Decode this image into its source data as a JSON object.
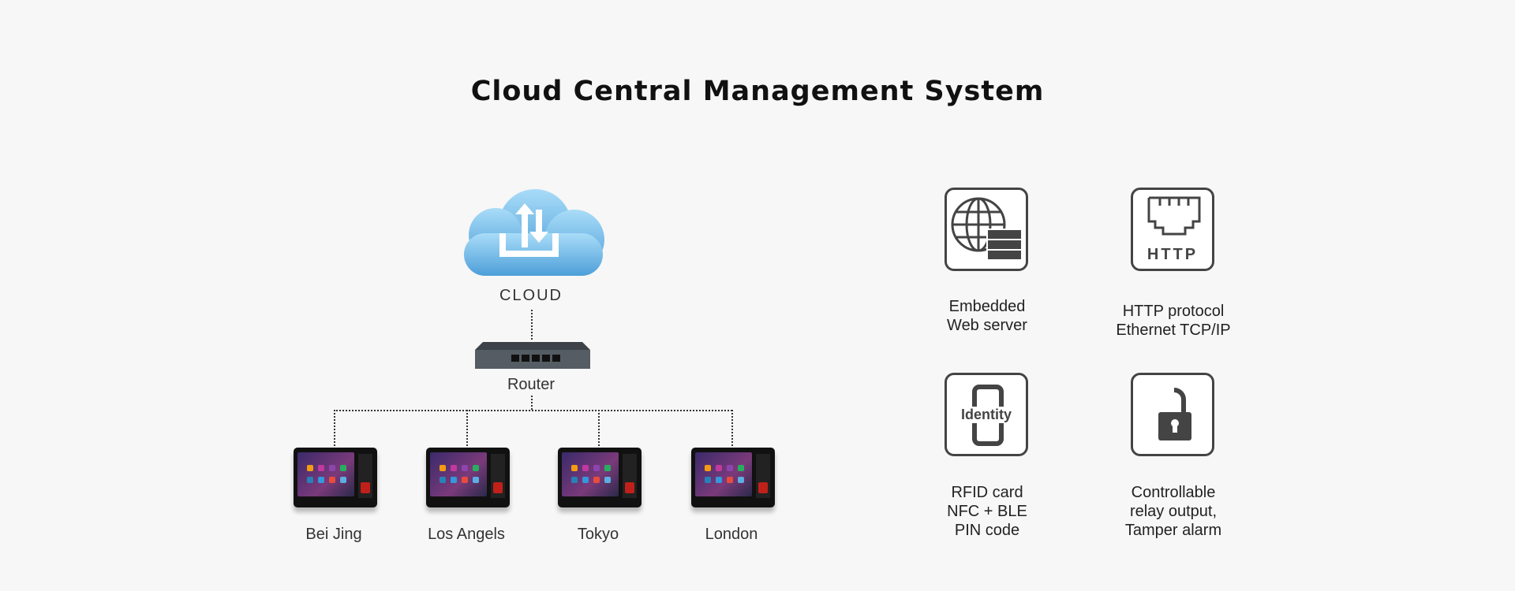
{
  "title": "Cloud Central Management System",
  "network": {
    "cloud_label": "CLOUD",
    "router_label": "Router",
    "devices": [
      {
        "label": "Bei Jing"
      },
      {
        "label": "Los Angels"
      },
      {
        "label": "Tokyo"
      },
      {
        "label": "London"
      }
    ]
  },
  "features": [
    {
      "icon": "globe-server-icon",
      "lines": [
        "Embedded",
        "Web server"
      ]
    },
    {
      "icon": "ethernet-port-icon",
      "icon_text": "HTTP",
      "lines": [
        "HTTP protocol",
        "Ethernet TCP/IP"
      ]
    },
    {
      "icon": "phone-identity-icon",
      "icon_text": "Identity",
      "lines": [
        "RFID card",
        "NFC + BLE",
        "PIN code"
      ]
    },
    {
      "icon": "unlocked-padlock-icon",
      "lines": [
        "Controllable",
        "relay output,",
        "Tamper alarm"
      ]
    }
  ],
  "colors": {
    "cloud": "#7cc0ec",
    "icon": "#444444",
    "accent": "#c0201a"
  }
}
